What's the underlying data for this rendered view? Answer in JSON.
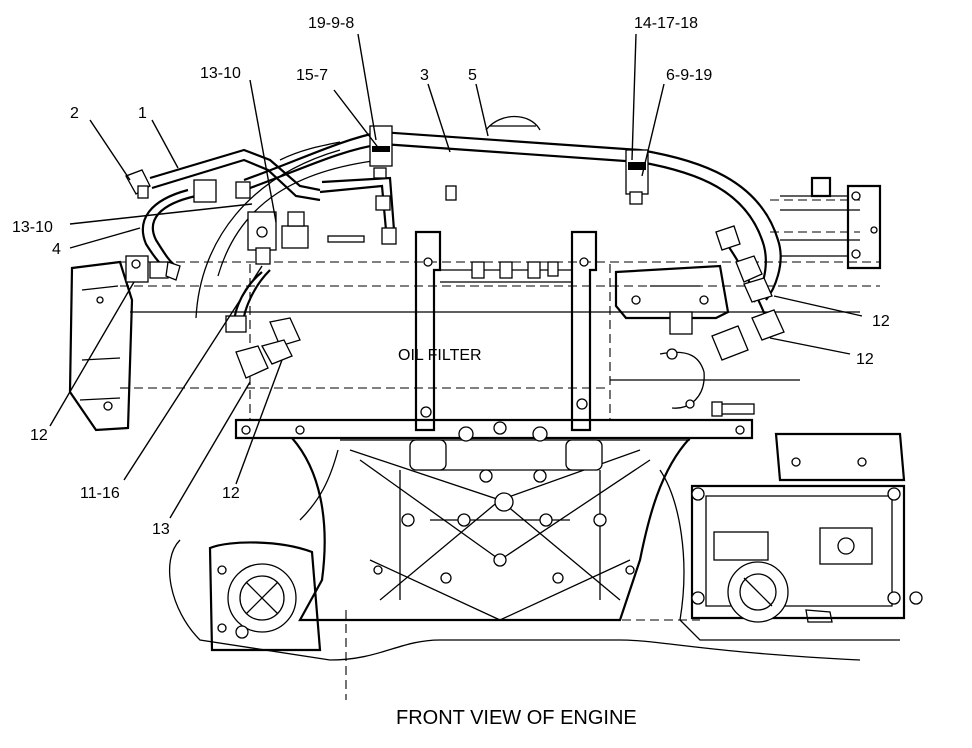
{
  "diagram": {
    "caption": "FRONT VIEW OF ENGINE",
    "component_label": "OIL FILTER",
    "callouts": {
      "c_19_9_8": "19-9-8",
      "c_14_17_18": "14-17-18",
      "c_6_9_19": "6-9-19",
      "c_13_10_top": "13-10",
      "c_15_7": "15-7",
      "c_3": "3",
      "c_5": "5",
      "c_2": "2",
      "c_1": "1",
      "c_13_10_left": "13-10",
      "c_4": "4",
      "c_12_right_upper": "12",
      "c_12_right_lower": "12",
      "c_12_left": "12",
      "c_11_16": "11-16",
      "c_13": "13",
      "c_12_bottom": "12"
    }
  }
}
